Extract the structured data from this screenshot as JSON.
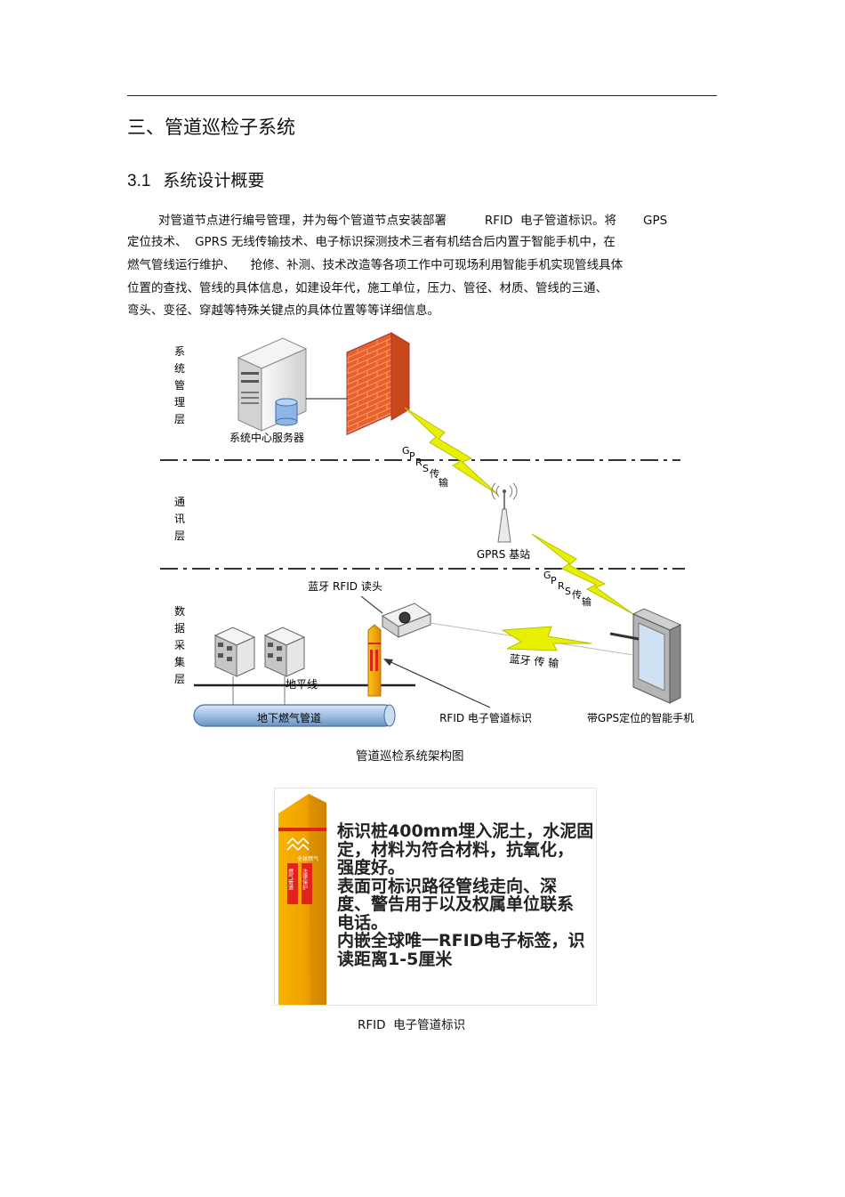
{
  "section_title": "三、管道巡检子系统",
  "subsection": {
    "number": "3.1",
    "title": "系统设计概要"
  },
  "paragraph_lines": [
    "对管道节点进行编号管理，并为每个管道节点安装部署          RFID  电子管道标识。将       GPS",
    "定位技术、  GPRS 无线传输技术、电子标识探测技术三者有机结合后内置于智能手机中，在",
    "燃气管线运行维护、    抢修、补测、技术改造等各项工作中可现场利用智能手机实现管线具体",
    "位置的查找、管线的具体信息，如建设年代，施工单位，压力、管径、材质、管线的三通、",
    "弯头、变径、穿越等特殊关键点的具体位置等等详细信息。"
  ],
  "diagram": {
    "layers": {
      "management": [
        "系",
        "统",
        "管",
        "理",
        "层"
      ],
      "communication": [
        "通",
        "讯",
        "层"
      ],
      "data": [
        "数",
        "据",
        "采",
        "集",
        "层"
      ]
    },
    "server_label": "系统中心服务器",
    "gprs_link1": [
      "G",
      "P",
      "R",
      "S",
      "传",
      "输"
    ],
    "gprs_link2": [
      "G",
      "P",
      "R",
      "S",
      "传",
      "输"
    ],
    "base_station_label": "GPRS 基站",
    "reader_label": "蓝牙 RFID  读头",
    "bluetooth_label": "蓝牙 传 输",
    "horizon_label": "地平线",
    "pipe_label": "地下燃气管道",
    "marker_label": "RFID  电子管道标识",
    "phone_label": "带GPS定位的智能手机",
    "caption": "管道巡检系统架构图",
    "icons": [
      "server-icon",
      "firewall-icon",
      "lightning-icon",
      "antenna-icon",
      "projector-reader-icon",
      "tablet-icon",
      "building-icon",
      "marker-post-icon"
    ]
  },
  "photo": {
    "post_texts": [
      "全球燃气",
      "燃气管道",
      "法律保护"
    ],
    "description_lines": [
      "标识桩400mm埋入泥土，水泥固",
      "定，材料为符合材料，抗氧化，",
      "强度好。",
      "表面可标识路径管线走向、深",
      "度、警告用于以及权属单位联系",
      "电话。",
      "内嵌全球唯一RFID电子标签，识",
      "读距离1-5厘米"
    ],
    "caption": "RFID  电子管道标识"
  },
  "colors": {
    "firewall": "#e8602a",
    "lightning": "#e6f000",
    "post": "#f2a800",
    "pipe": "#a9c7e8"
  }
}
